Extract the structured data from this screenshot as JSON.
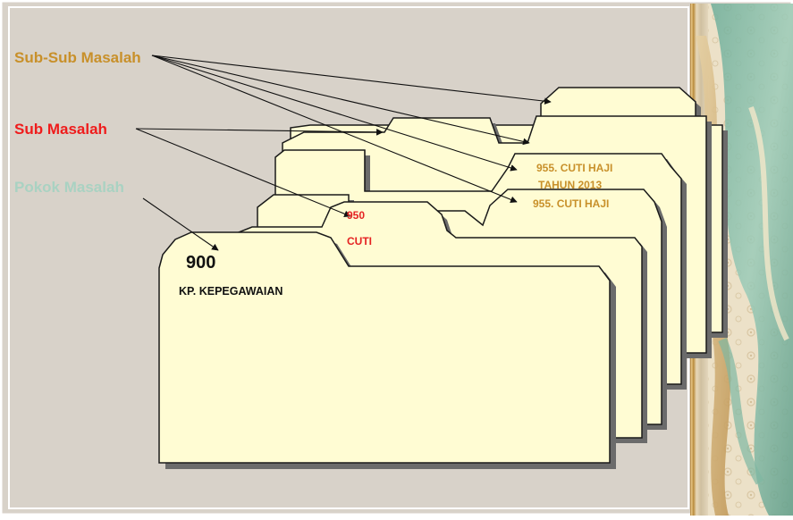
{
  "labels": {
    "sub_sub_masalah": "Sub-Sub Masalah",
    "sub_masalah": "Sub Masalah",
    "pokok_masalah": "Pokok Masalah"
  },
  "folders": {
    "f900": {
      "code": "900",
      "title": "KP. KEPEGAWAIAN"
    },
    "f950": {
      "code": "950",
      "title": "CUTI"
    },
    "f955a": {
      "title": "955. CUTI HAJI"
    },
    "f955b": {
      "line1": "955. CUTI HAJI",
      "line2": "TAHUN 2013"
    }
  },
  "colors": {
    "background": "#d8d2c9",
    "folder_fill": "#fffcd3",
    "folder_outline": "#1a1a1a",
    "folder_shadow": "#6b6b6b",
    "sub_sub_label": "#c8902a",
    "sub_label": "#ef1c1c",
    "pokok_label": "#a9d2c2",
    "gold_text": "#c8902a",
    "red_text": "#e52222",
    "black_text": "#111111",
    "frame": "#ffffff"
  },
  "decoration": {
    "right_panel": "floral-curtain"
  }
}
